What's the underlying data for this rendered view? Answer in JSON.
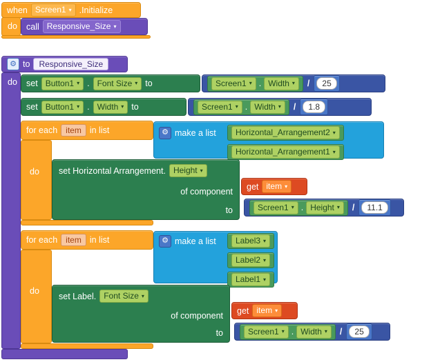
{
  "event_block": {
    "when_label": "when",
    "component": "Screen1",
    "event_name": ".Initialize",
    "do_label": "do",
    "call_label": "call",
    "procedure_name": "Responsive_Size"
  },
  "procedure_block": {
    "to_label": "to",
    "name": "Responsive_Size",
    "do_label": "do"
  },
  "set_button_fontsize": {
    "set_label": "set",
    "component": "Button1",
    "dot": ".",
    "property": "Font Size",
    "to_label": "to"
  },
  "expr_button_fontsize": {
    "component": "Screen1",
    "dot": ".",
    "property": "Width",
    "operator": "/",
    "value": "25"
  },
  "set_button_width": {
    "set_label": "set",
    "component": "Button1",
    "dot": ".",
    "property": "Width",
    "to_label": "to"
  },
  "expr_button_width": {
    "component": "Screen1",
    "dot": ".",
    "property": "Width",
    "operator": "/",
    "value": "1.8"
  },
  "foreach_arrangements": {
    "for_each_label": "for each",
    "variable": "item",
    "in_list_label": "in list",
    "do_label": "do"
  },
  "makelist_arrangements": {
    "label": "make a list",
    "items": [
      "Horizontal_Arrangement2",
      "Horizontal_Arrangement1"
    ]
  },
  "set_arrangement_height": {
    "set_label": "set Horizontal Arrangement.",
    "property": "Height",
    "of_component_label": "of component",
    "to_label": "to"
  },
  "get_item_arrangement": {
    "get_label": "get",
    "variable": "item"
  },
  "expr_arrangement_height": {
    "component": "Screen1",
    "dot": ".",
    "property": "Height",
    "operator": "/",
    "value": "11.1"
  },
  "foreach_labels": {
    "for_each_label": "for each",
    "variable": "item",
    "in_list_label": "in list",
    "do_label": "do"
  },
  "makelist_labels": {
    "label": "make a list",
    "items": [
      "Label3",
      "Label2",
      "Label1"
    ]
  },
  "set_label_fontsize": {
    "set_label": "set Label.",
    "property": "Font Size",
    "of_component_label": "of component",
    "to_label": "to"
  },
  "get_item_label": {
    "get_label": "get",
    "variable": "item"
  },
  "expr_label_fontsize": {
    "component": "Screen1",
    "dot": ".",
    "property": "Width",
    "operator": "/",
    "value": "25"
  },
  "icons": {
    "gear": "⚙",
    "dropdown_caret": "▾"
  },
  "colors": {
    "event_gold": "#FCA629",
    "procedure_purple": "#6A4DB8",
    "component_set_green": "#2C7F4F",
    "component_get_green": "#4A9A5C",
    "math_blue": "#3A55A4",
    "list_blue": "#23A2DC",
    "variable_red_orange": "#DD4A22"
  }
}
